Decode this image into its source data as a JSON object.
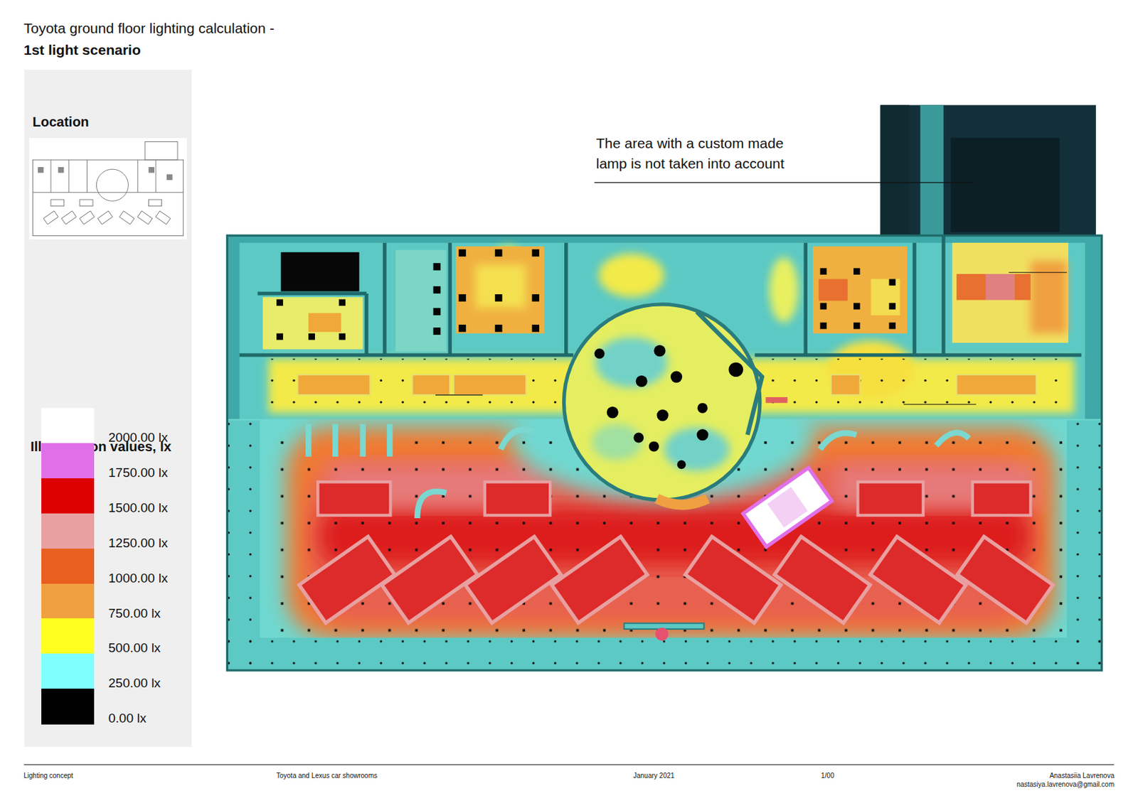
{
  "diagram": {
    "title": "Toyota ground floor lighting calculation -",
    "nodes": [
      {
        "text": [
          "Location",
          "Illumination values, lx"
        ]
      }
    ],
    "labels": [
      "1st light scenario",
      "The area with a custom made lamp is not taken into account",
      "Lighting concept",
      "Toyota and Lexus car showrooms",
      "January 2021",
      "1/00",
      "Anastasiia Lavrenova",
      "nastasiya.lavrenova@gmail.com"
    ],
    "legend": [
      {
        "text": "2000.00 lx",
        "color": "#ffffff"
      },
      {
        "text": "1750.00 lx",
        "color": "#e070e8"
      },
      {
        "text": "1500.00 lx",
        "color": "#dd0000"
      },
      {
        "text": "1250.00 lx",
        "color": "#e8a0a0"
      },
      {
        "text": "1000.00 lx",
        "color": "#e86020"
      },
      {
        "text": "750.00 lx",
        "color": "#f0a040"
      },
      {
        "text": "500.00 lx",
        "color": "#ffff20"
      },
      {
        "text": "250.00 lx",
        "color": "#80ffff"
      },
      {
        "text": "0.00 lx",
        "color": "#000000"
      }
    ]
  }
}
